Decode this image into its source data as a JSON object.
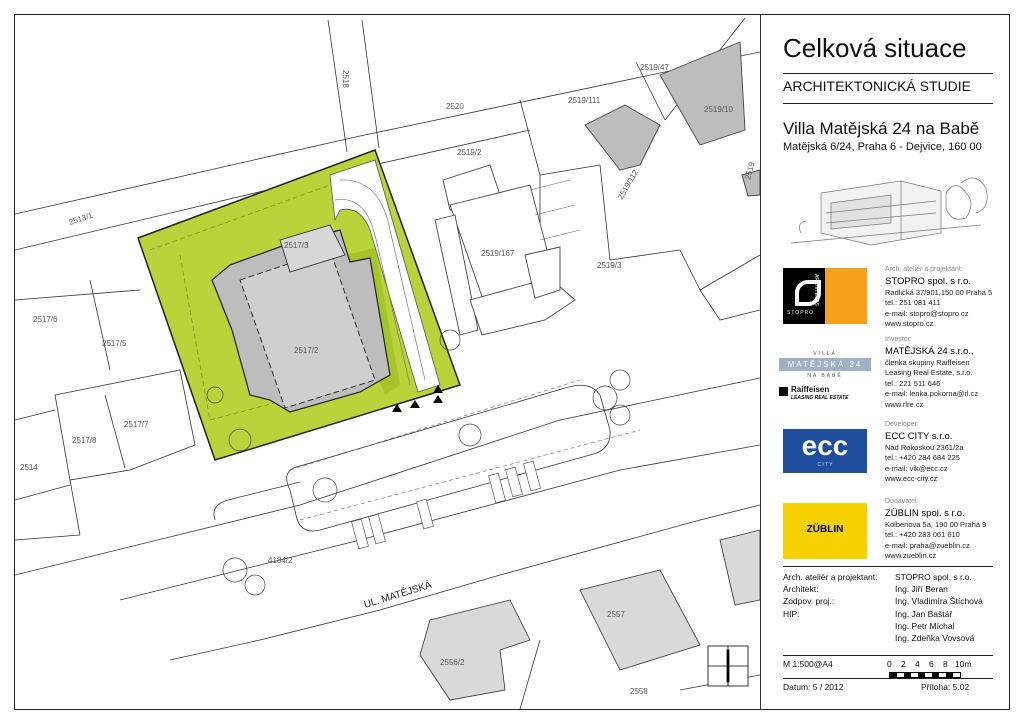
{
  "header": {
    "title": "Celková situace",
    "subtitle": "ARCHITEKTONICKÁ STUDIE",
    "project": "Villa Matějská 24 na Babě",
    "address": "Matějská 6/24, Praha 6 - Dejvice, 160 00"
  },
  "parties": [
    {
      "role": "Arch. ateliér a projektant:",
      "name": "STOPRO spol. s r.o.",
      "lines": [
        "Radlická 37/901,150 00 Praha 5",
        "tel.: 251 081 411",
        "e-mail: stopro@stopro.cz",
        "www.stopro.cz"
      ]
    },
    {
      "role": "Investor:",
      "name": "MATĚJSKÁ 24 s.r.o.,",
      "lines": [
        "členka skupiny Raiffeisen",
        "Leasing Real Estate, s.r.o.",
        "tel.: 221 511 646",
        "e-mail: lenka.pokorna@rl.cz",
        "www.rlre.cz"
      ]
    },
    {
      "role": "Developer:",
      "name": "ECC CITY s.r.o.",
      "lines": [
        "Nad Rokoskou 2361/2a",
        "tel.: +420 284 684 225",
        "e-mail: vik@ecc.cz",
        "www.ecc-city.cz"
      ]
    },
    {
      "role": "Dodavatel:",
      "name": "ZÜBLIN spol. s r.o.",
      "lines": [
        "Kolbenova 5a, 190 00 Praha 9",
        "tel.: +420 283 061 610",
        "e-mail: praha@zueblin.cz",
        "www.zueblin.cz"
      ]
    }
  ],
  "logos": {
    "stopro": "ARCHITECTS",
    "stopro_small": "STOPRO",
    "villa_top": "VILLA",
    "villa_main": "MATĚJSKÁ 24",
    "villa_bottom": "NA BABĚ",
    "raiffeisen": "Raiffeisen",
    "raiffeisen_sub": "LEASING REAL ESTATE",
    "ecc": "ecc",
    "ecc_sub": "C I T Y",
    "zublin": "ZÜBLIN"
  },
  "team": [
    {
      "label": "Arch. ateliér a projektant:",
      "value": "STOPRO spol. s r.o."
    },
    {
      "label": "Architekt:",
      "value": "Ing. Jiří Beran"
    },
    {
      "label": "Zodpov. proj.:",
      "value": "Ing. Vladimíra Štíchová"
    },
    {
      "label": "HIP:",
      "value": "Ing. Jan Baštář"
    },
    {
      "label": "",
      "value": "Ing. Petr Míchal"
    },
    {
      "label": "",
      "value": "Ing. Zdeňka Vovsová"
    }
  ],
  "footer": {
    "scale": "M 1:500@A4",
    "scale_ticks": [
      "0",
      "2",
      "4",
      "6",
      "8",
      "10m"
    ],
    "date": "Datum: 5 / 2012",
    "appendix": "Příloha: 5.02"
  },
  "parcels": [
    "2518",
    "2520",
    "2519/47",
    "2519/111",
    "2519/10",
    "2519/2",
    "2519",
    "2513/1",
    "2519/112",
    "2517/3",
    "2519/167",
    "2519/3",
    "2517/6",
    "2517/5",
    "2517/2",
    "2517/7",
    "2517/8",
    "2514",
    "4184/2",
    "2557",
    "2556/2",
    "2558"
  ],
  "street": "UL. MATĚJSKÁ",
  "colors": {
    "plot_green": "#b9d43a",
    "plot_green_dark": "#a6c52a",
    "building_grey": "#c8c8c8",
    "orange": "#f6a11b",
    "ecc_blue": "#1f4d9e",
    "zublin_yellow": "#f8d100",
    "villa_blue": "#9fb0c8"
  }
}
